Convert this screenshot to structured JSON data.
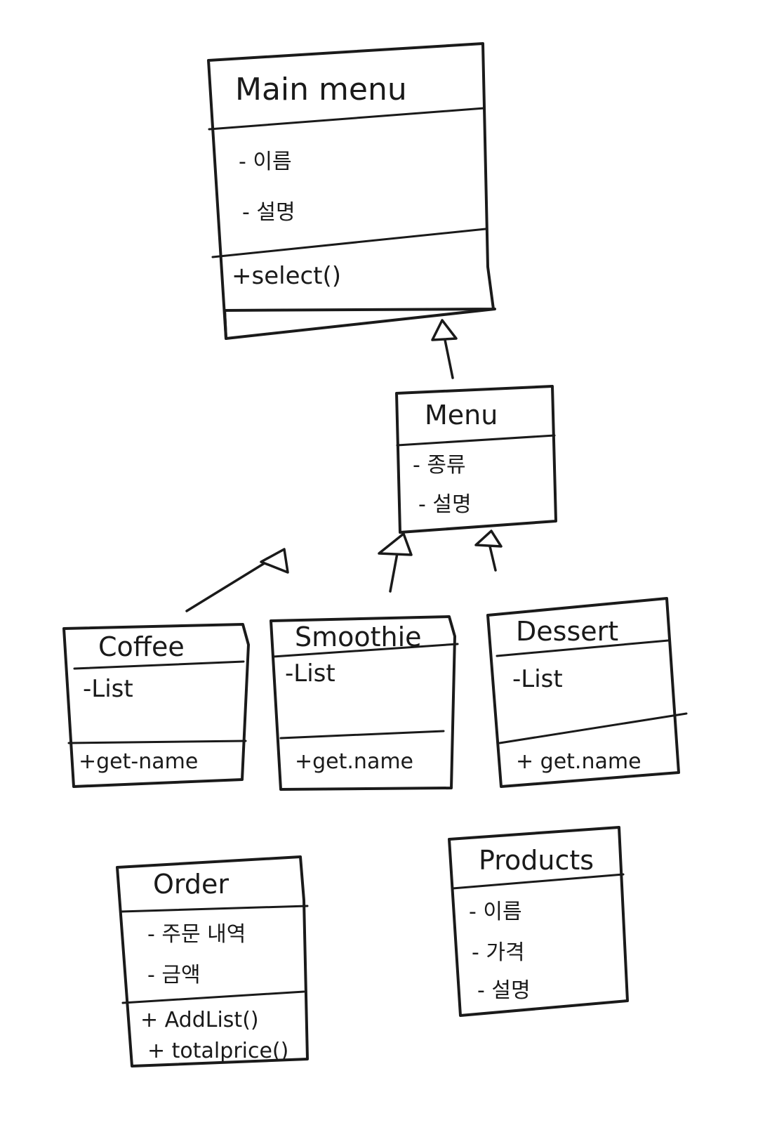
{
  "classes": {
    "main_menu": {
      "name": "Main menu",
      "attributes": [
        "- 이름",
        "- 설명"
      ],
      "operations": [
        "+select()"
      ]
    },
    "menu": {
      "name": "Menu",
      "attributes": [
        "- 종류",
        "- 설명"
      ]
    },
    "coffee": {
      "name": "Coffee",
      "attributes": [
        "-List"
      ],
      "operations": [
        "+get-name"
      ]
    },
    "smoothie": {
      "name": "Smoothie",
      "attributes": [
        "-List"
      ],
      "operations": [
        "+get.name"
      ]
    },
    "dessert": {
      "name": "Dessert",
      "attributes": [
        "-List"
      ],
      "operations": [
        "+ get.name"
      ]
    },
    "order": {
      "name": "Order",
      "attributes": [
        "- 주문 내역",
        "- 금액"
      ],
      "operations": [
        "+ AddList()",
        "+ totalprice()"
      ]
    },
    "products": {
      "name": "Products",
      "attributes": [
        "- 이름",
        "- 가격",
        "- 설명"
      ]
    }
  }
}
